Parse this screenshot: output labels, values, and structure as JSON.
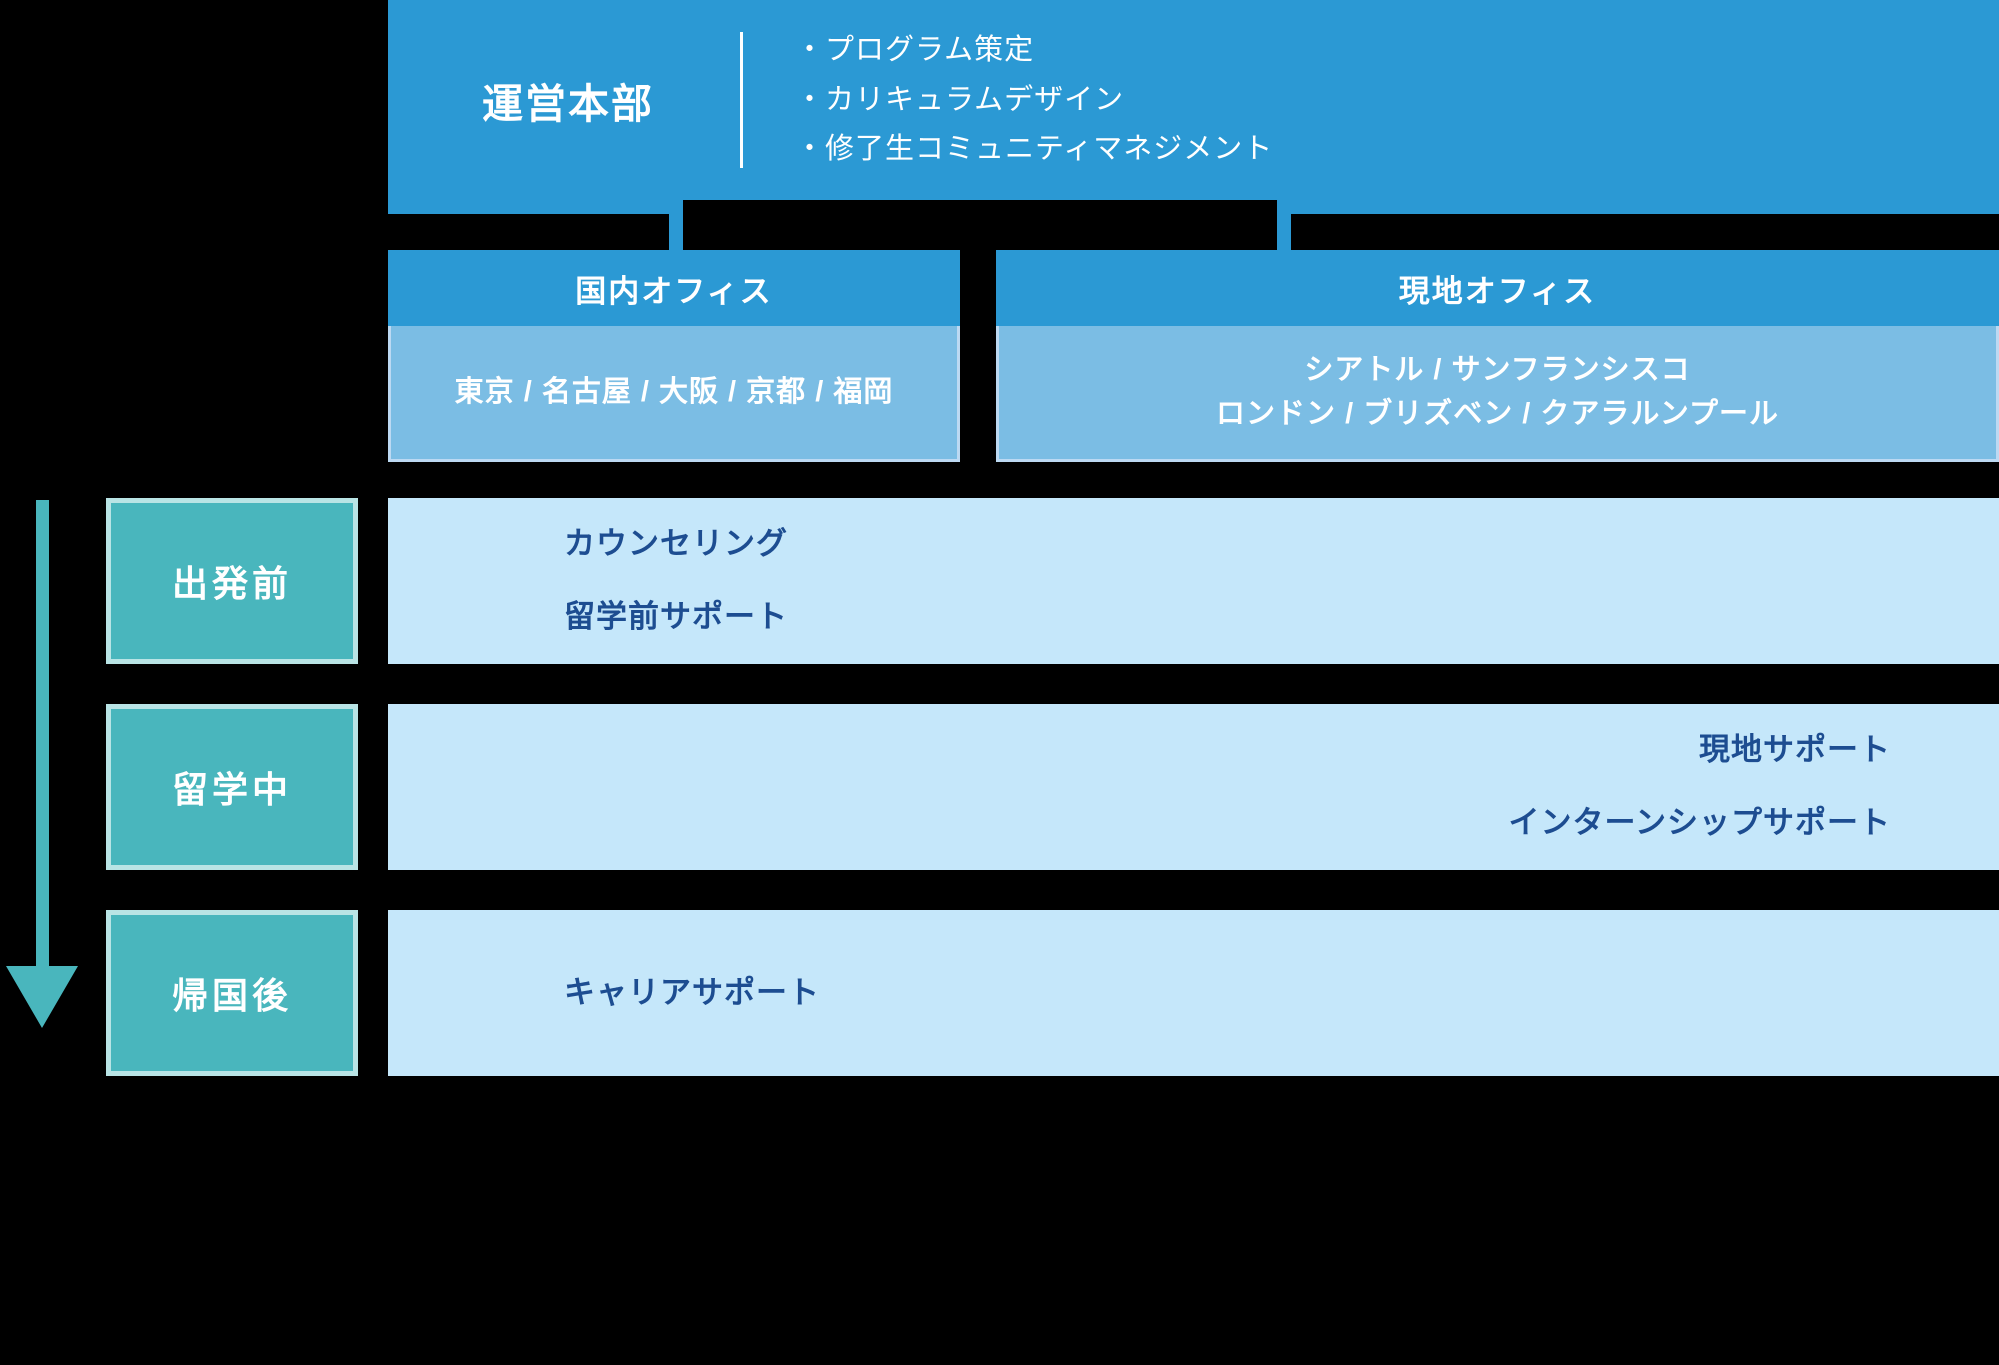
{
  "theme": {
    "background": "#000000",
    "primary_blue": "#2b99d4",
    "mid_blue": "#7bbde4",
    "light_blue_panel": "#c5e7fa",
    "panel_border": "#bcd9f2",
    "teal": "#49b6bd",
    "teal_border": "#b9e4e5",
    "text_navy": "#1d4d91",
    "text_white": "#ffffff"
  },
  "headquarters": {
    "title": "運営本部",
    "bullets": [
      "・プログラム策定",
      "・カリキュラムデザイン",
      "・修了生コミュニティマネジメント"
    ]
  },
  "offices": [
    {
      "name": "domestic",
      "heading": "国内オフィス",
      "locations": [
        "東京 / 名古屋 / 大阪 / 京都 / 福岡"
      ]
    },
    {
      "name": "overseas",
      "heading": "現地オフィス",
      "locations": [
        "シアトル / サンフランシスコ",
        "ロンドン / ブリズベン / クアラルンプール"
      ]
    }
  ],
  "timeline": {
    "direction": "downward",
    "stages": [
      {
        "label": "出発前",
        "align": "left",
        "items": [
          "カウンセリング",
          "留学前サポート"
        ]
      },
      {
        "label": "留学中",
        "align": "right",
        "items": [
          "現地サポート",
          "インターンシップサポート"
        ]
      },
      {
        "label": "帰国後",
        "align": "left",
        "items": [
          "キャリアサポート"
        ]
      }
    ]
  }
}
